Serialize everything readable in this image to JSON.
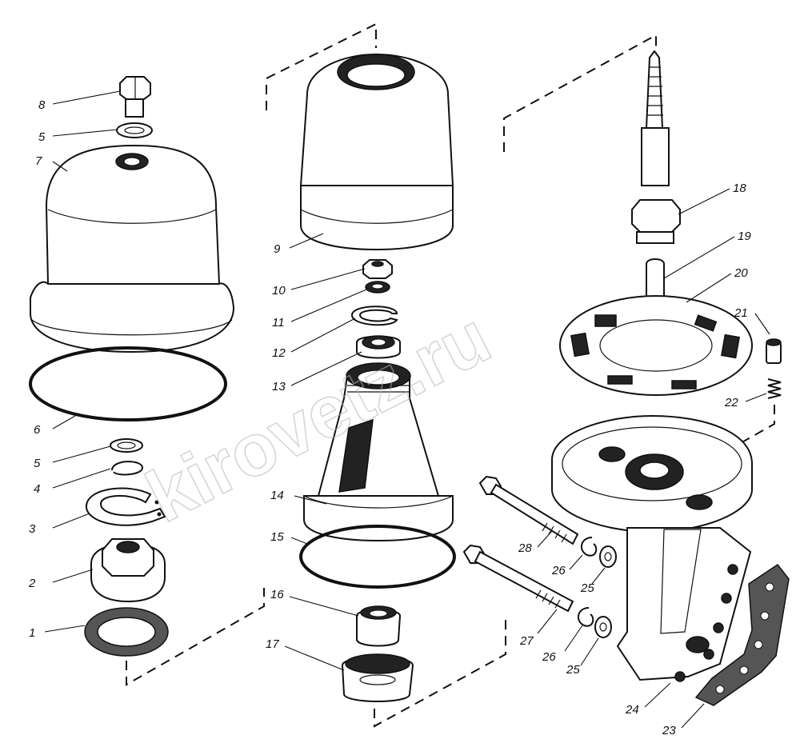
{
  "watermark": "kirovetz.ru",
  "callouts": [
    "1",
    "2",
    "3",
    "4",
    "5",
    "6",
    "5",
    "7",
    "8",
    "9",
    "10",
    "11",
    "12",
    "13",
    "14",
    "15",
    "16",
    "17",
    "18",
    "19",
    "20",
    "21",
    "22",
    "23",
    "24",
    "25",
    "26",
    "27",
    "28",
    "26",
    "25"
  ]
}
